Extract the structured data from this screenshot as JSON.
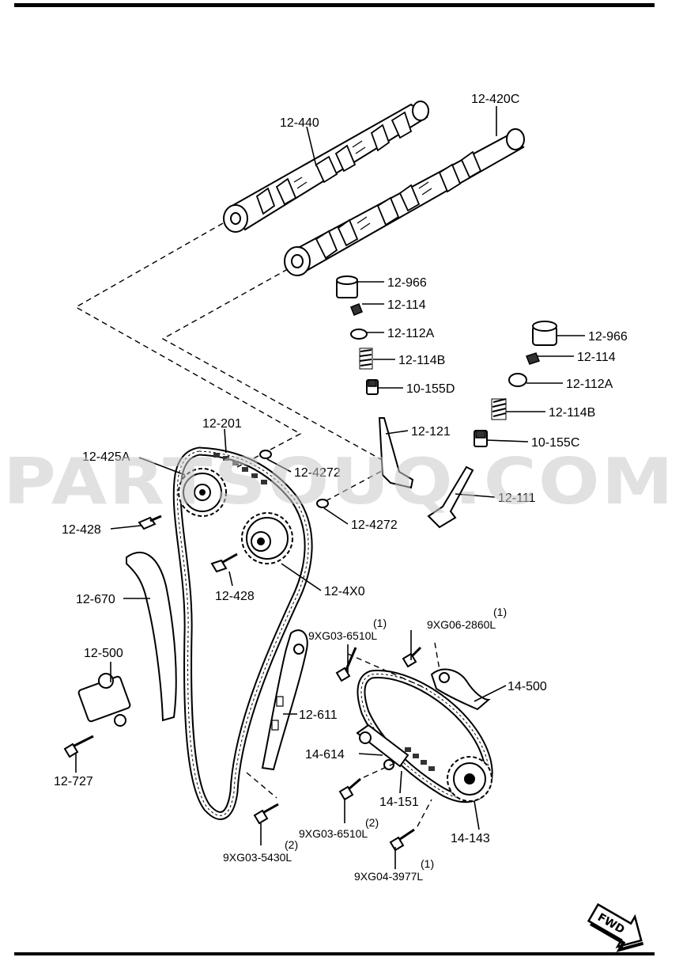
{
  "labels": {
    "camshaft_exhaust": "12-440",
    "camshaft_intake": "12-420C",
    "tappet_1": "12-966",
    "lock_1": "12-114",
    "retainer_1": "12-112A",
    "spring_1": "12-114B",
    "seal_1": "10-155D",
    "valve_1": "12-121",
    "tappet_2": "12-966",
    "lock_2": "12-114",
    "retainer_2": "12-112A",
    "spring_2": "12-114B",
    "seal_2": "10-155C",
    "valve_2": "12-111",
    "chain_main": "12-201",
    "sprocket_exhaust": "12-425A",
    "washer_1": "12-4272",
    "washer_2": "12-4272",
    "bolt_1": "12-428",
    "bolt_2": "12-428",
    "actuator": "12-4X0",
    "guide": "12-670",
    "tensioner": "12-500",
    "tensioner_bolt": "12-727",
    "tensioner_arm": "12-611",
    "oil_chain_tensioner": "14-614",
    "oil_chain": "14-151",
    "oil_sprocket": "14-143",
    "oil_guide": "14-500",
    "bolt_a": "9XG03-6510L",
    "bolt_a_qty": "(1)",
    "bolt_b": "9XG06-2860L",
    "bolt_b_qty": "(1)",
    "bolt_c": "9XG03-6510L",
    "bolt_c_qty": "(2)",
    "bolt_d": "9XG03-5430L",
    "bolt_d_qty": "(2)",
    "bolt_e": "9XG04-3977L",
    "bolt_e_qty": "(1)"
  },
  "watermark": "PARTSOUQ.COM",
  "direction_badge": "FWD"
}
